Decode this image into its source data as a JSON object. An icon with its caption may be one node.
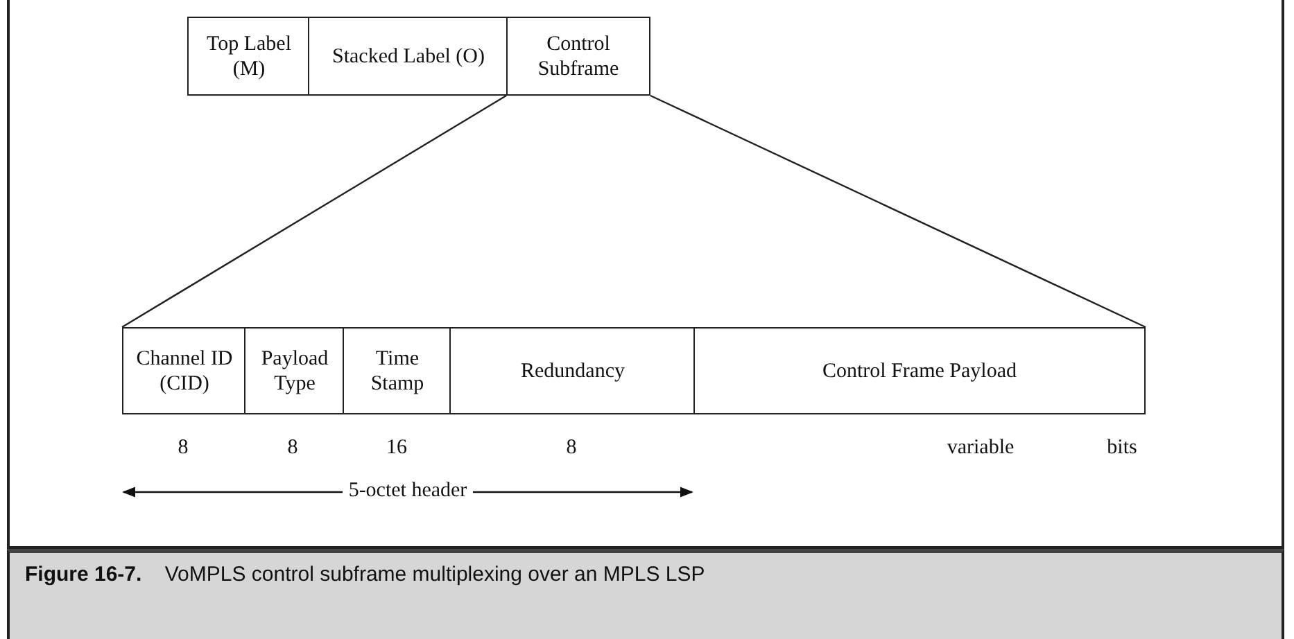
{
  "diagram": {
    "caption": "**Figure 16-7.**    VoMPLS control subframe multiplexing over an MPLS LSP",
    "nodes": [
      {
        "text": [
          "Top Label (M)"
        ]
      },
      {
        "text": [
          "Stacked Label (O)"
        ]
      },
      {
        "text": [
          "Control Subframe"
        ]
      },
      {
        "text": [
          "Channel ID (CID)"
        ]
      },
      {
        "text": [
          "Payload Type"
        ]
      },
      {
        "text": [
          "Time Stamp"
        ]
      },
      {
        "text": [
          "Redundancy"
        ]
      },
      {
        "text": [
          "Control Frame Payload"
        ]
      }
    ],
    "edges": [
      {
        "from": 2,
        "to": 3,
        "arrow": "none"
      },
      {
        "from": 2,
        "to": 7,
        "arrow": "none"
      }
    ],
    "labels": [
      "8",
      "8",
      "16",
      "8",
      "variable",
      "bits",
      "5-octet header"
    ]
  }
}
